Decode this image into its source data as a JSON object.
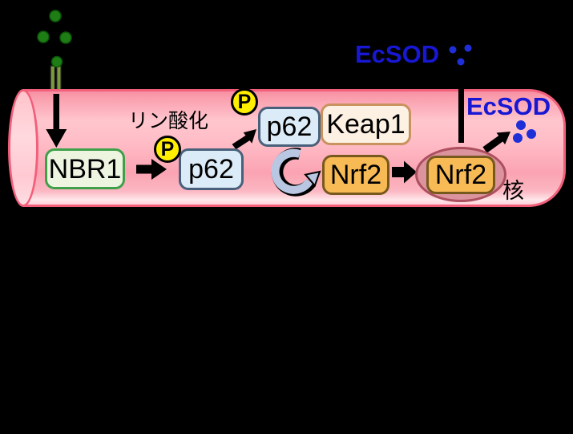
{
  "scene": {
    "background_color": "#000000",
    "vessel": {
      "type": "cell-membrane-cylinder",
      "border_color": "#f25f7b",
      "fill_color": "#ffbcc6",
      "cap_fill_color": "#ffd9de"
    },
    "stimulus": {
      "dot_count": 4,
      "dot_color": "#1e7d14",
      "receptor_color": "#7d9a3c"
    },
    "labels": {
      "phosphorylation": "リン酸化",
      "nucleus": "核",
      "ecsod_secreted": "EcSOD",
      "ecsod_intracellular": "EcSOD",
      "phospho_badge": "P"
    },
    "nodes": {
      "nbr1": {
        "label": "NBR1",
        "fill": "#edf5e1",
        "border": "#3fa04a"
      },
      "p62_cytosol": {
        "label": "p62",
        "fill": "#dbebf7",
        "border": "#48607a"
      },
      "p62_phosphorylated": {
        "label": "p62",
        "fill": "#dbebf7",
        "border": "#48607a"
      },
      "keap1": {
        "label": "Keap1",
        "fill": "#fcf1e2",
        "border": "#c9935f"
      },
      "nrf2_cytosol": {
        "label": "Nrf2",
        "fill": "#f8ba55",
        "border": "#77591d"
      },
      "nrf2_nuclear": {
        "label": "Nrf2",
        "fill": "#f8ba55",
        "border": "#77591d"
      }
    },
    "nucleus_shape": {
      "fill": "#db939d",
      "border": "#ac4f5e"
    },
    "badge_color": "#ffee00",
    "ecsod_text_color": "#1717d4",
    "ecsod_dot_color": "#1f2fd8",
    "ecsod_dots_outside_count": 3,
    "ecsod_dots_inside_count": 3,
    "arrow_color": "#000000",
    "curved_arrow_fill": "#b9c7e2"
  }
}
